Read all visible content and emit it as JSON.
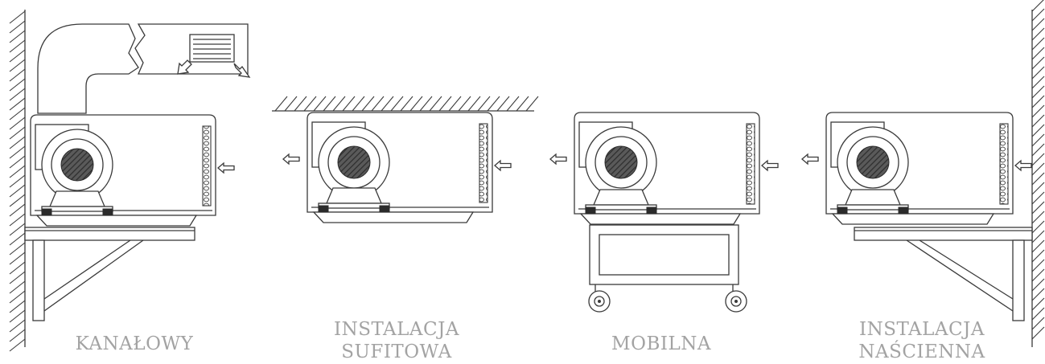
{
  "labels": {
    "duct": "KANAŁOWY",
    "ceiling_line1": "INSTALACJA",
    "ceiling_line2": "SUFITOWA",
    "mobile": "MOBILNA",
    "wall_line1": "INSTALACJA",
    "wall_line2": "NAŚCIENNA"
  },
  "colors": {
    "line": "#3a3a3a",
    "label": "#a3a3a3",
    "background": "#ffffff"
  }
}
